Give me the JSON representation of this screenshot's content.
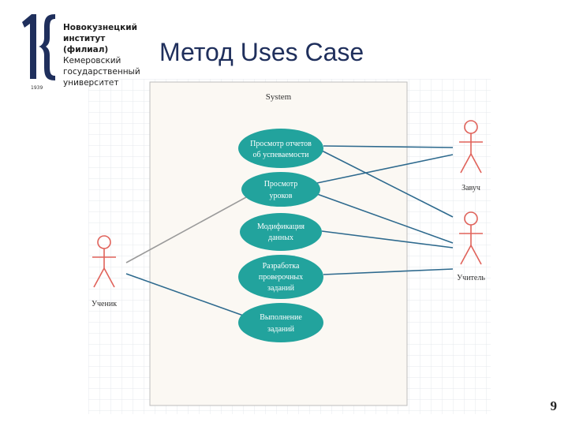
{
  "logo": {
    "line1": "Новокузнецкий",
    "line2": "институт (филиал)",
    "line3": "Кемеровский",
    "line4": "государственный",
    "line5": "университет",
    "year": "1939"
  },
  "title": "Метод Uses Case",
  "page_number": "9",
  "diagram": {
    "system_label": "System",
    "colors": {
      "use_case": "#22a39d",
      "actor": "#e0625a",
      "assoc": "#2e6a8e",
      "assoc_gray": "#9a9a9a",
      "system_bg": "#fbf8f3"
    },
    "use_cases": [
      {
        "id": "uc1",
        "line1": "Просмотр отчетов",
        "line2": "об успеваемости"
      },
      {
        "id": "uc2",
        "line1": "Просмотр",
        "line2": "уроков"
      },
      {
        "id": "uc3",
        "line1": "Модификация",
        "line2": "данных"
      },
      {
        "id": "uc4",
        "line1": "Разработка",
        "line2": "проверочных",
        "line3": "заданий"
      },
      {
        "id": "uc5",
        "line1": "Выполнение",
        "line2": "заданий"
      }
    ],
    "actors": [
      {
        "id": "student",
        "name": "Ученик"
      },
      {
        "id": "headteacher",
        "name": "Завуч"
      },
      {
        "id": "teacher",
        "name": "Учитель"
      }
    ]
  }
}
